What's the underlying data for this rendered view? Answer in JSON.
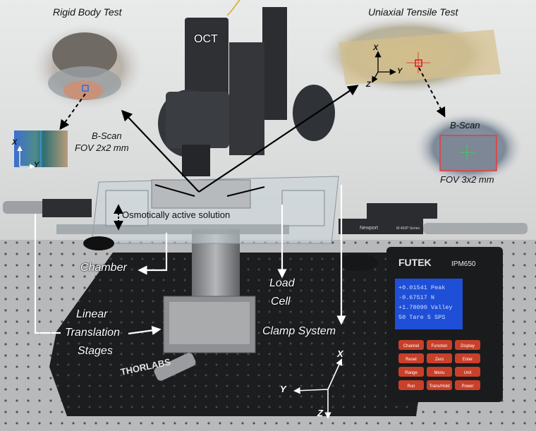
{
  "labels": {
    "rigid_body_test": "Rigid Body Test",
    "uniaxial_tensile_test": "Uniaxial Tensile Test",
    "oct": "OCT",
    "bscan_left_line1": "B-Scan",
    "bscan_left_line2": "FOV 2x2 mm",
    "bscan_right_line1": "B-Scan",
    "bscan_right_line2": "FOV 3x2 mm",
    "osmotic_solution": "Osmotically active solution",
    "chamber": "Chamber",
    "load_cell_line1": "Load",
    "load_cell_line2": "Cell",
    "linear_line1": "Linear",
    "linear_line2": "Translation",
    "linear_line3": "Stages",
    "clamp_system": "Clamp System"
  },
  "axes": {
    "left_x": "X",
    "left_y": "Y",
    "top_x": "X",
    "top_y": "Y",
    "top_z": "Z",
    "bottom_x": "X",
    "bottom_y": "Y",
    "bottom_z": "Z"
  },
  "device": {
    "brand": "FUTEK",
    "model": "IPM650",
    "screen_lines": [
      "+0.01541  Peak",
      "-0.67517     N",
      "+1.78090 Valley",
      "50   Tare  5 SPS"
    ],
    "buttons": [
      "Channel",
      "Function",
      "Display",
      "Reset",
      "Zero",
      "Enter",
      "Range",
      "Menu",
      "Unit",
      "Run",
      "Trans/Hold",
      "Power"
    ]
  },
  "stage_brand": "Newport",
  "stage_model": "M-462P Series",
  "board_brand": "THORLABS",
  "colors": {
    "arrow": "#000000",
    "breadboard": "#1c1d1f",
    "screen": "#1f4fd6"
  }
}
